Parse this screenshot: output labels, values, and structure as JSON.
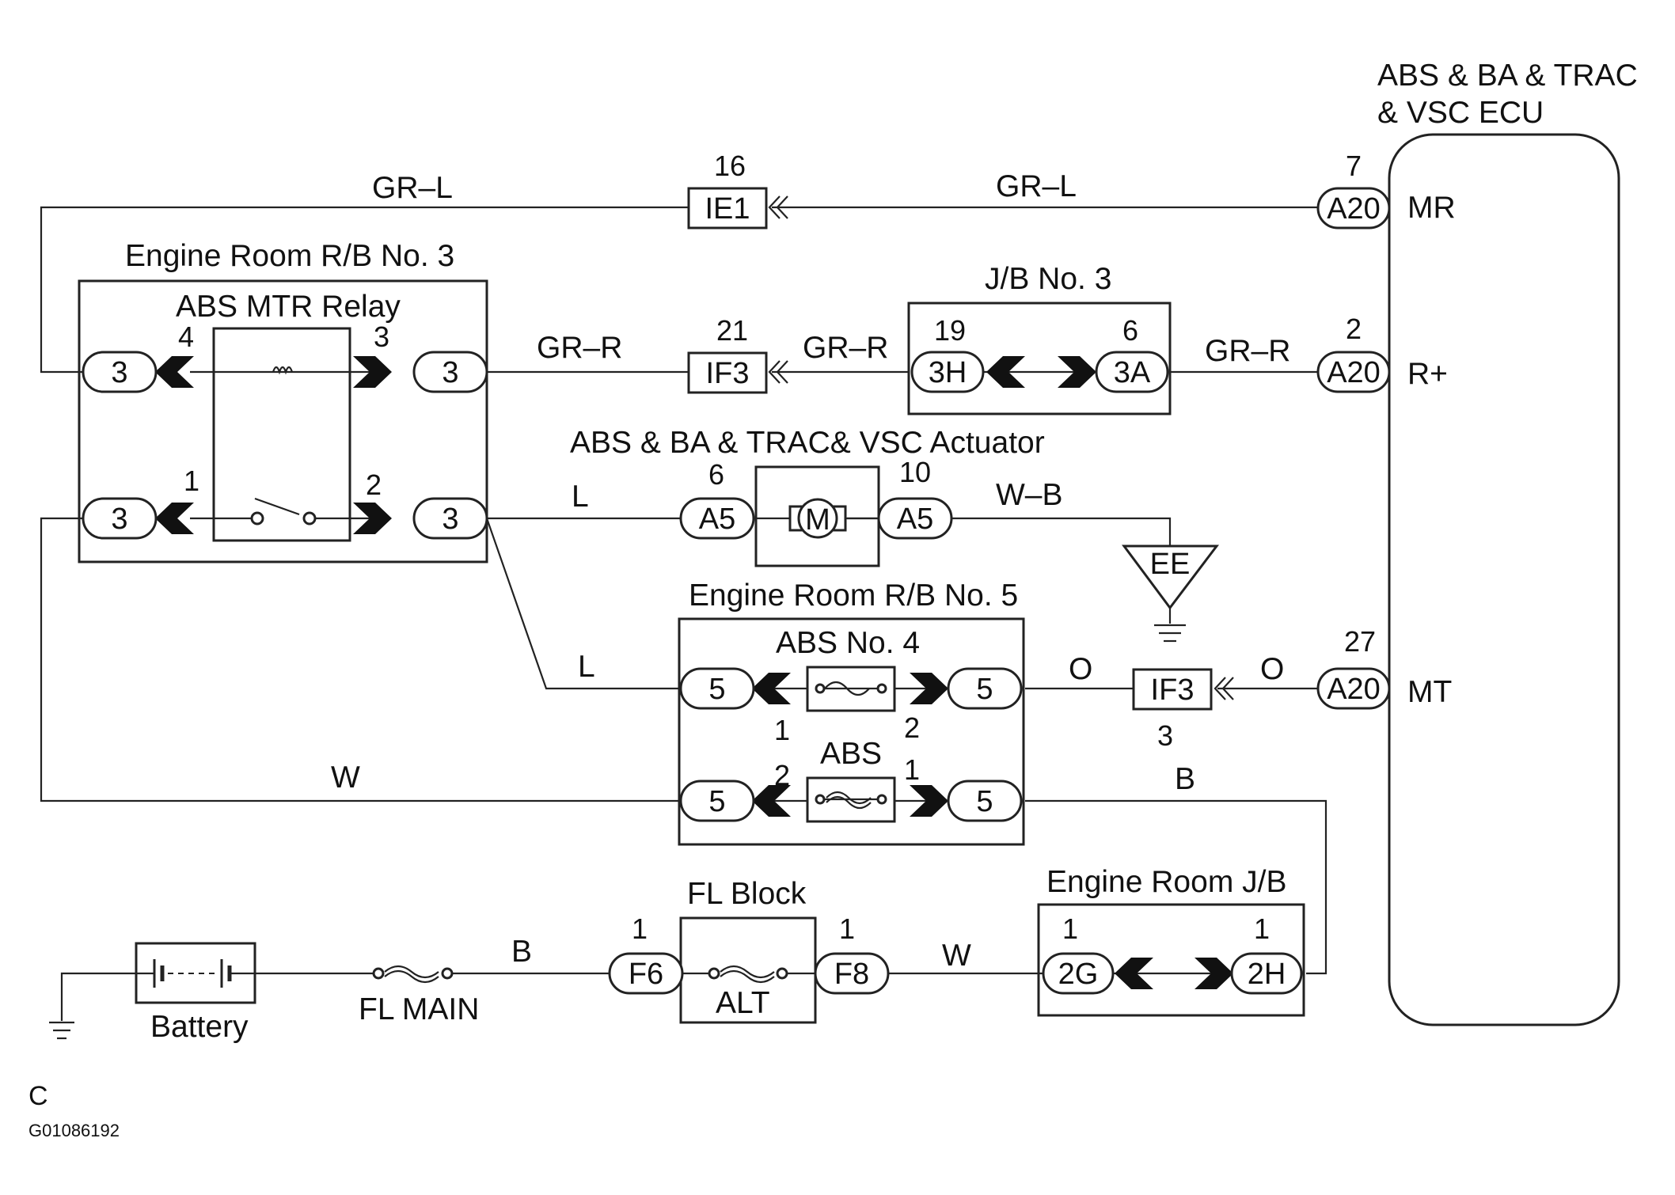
{
  "ecu": {
    "title_line1": "ABS & BA & TRAC",
    "title_line2": "& VSC ECU",
    "pin_mr": "MR",
    "pin_rplus": "R+",
    "pin_mt": "MT"
  },
  "connectors": {
    "a20_mr": {
      "name": "A20",
      "pin": "7"
    },
    "a20_rplus": {
      "name": "A20",
      "pin": "2"
    },
    "a20_mt": {
      "name": "A20",
      "pin": "27"
    },
    "ie1": {
      "name": "IE1",
      "pin": "16"
    },
    "if3_top": {
      "name": "IF3",
      "pin": "21"
    },
    "if3_mid": {
      "name": "IF3",
      "pin": "3"
    },
    "jb3_3h": {
      "name": "3H",
      "pin": "19"
    },
    "jb3_3a": {
      "name": "3A",
      "pin": "6"
    },
    "a5_left": {
      "name": "A5",
      "pin": "6"
    },
    "a5_right": {
      "name": "A5",
      "pin": "10"
    },
    "rb3_tl": {
      "name": "3"
    },
    "rb3_tr": {
      "name": "3"
    },
    "rb3_bl": {
      "name": "3"
    },
    "rb3_br": {
      "name": "3"
    },
    "rb5_tl": {
      "name": "5"
    },
    "rb5_tr": {
      "name": "5"
    },
    "rb5_bl": {
      "name": "5"
    },
    "rb5_br": {
      "name": "5"
    },
    "f6": {
      "name": "F6",
      "pin": "1"
    },
    "f8": {
      "name": "F8",
      "pin": "1"
    },
    "j2g": {
      "name": "2G",
      "pin": "1"
    },
    "j2h": {
      "name": "2H",
      "pin": "1"
    }
  },
  "wires": {
    "gr_l_left": "GR–L",
    "gr_l_right": "GR–L",
    "gr_r_1": "GR–R",
    "gr_r_2": "GR–R",
    "gr_r_3": "GR–R",
    "l_top": "L",
    "l_diag": "L",
    "wb": "W–B",
    "o_left": "O",
    "o_right": "O",
    "w_mid": "W",
    "b_right": "B",
    "b_bottom": "B",
    "w_bottom": "W"
  },
  "components": {
    "rb3_title": "Engine Room R/B No. 3",
    "relay_title": "ABS MTR Relay",
    "relay_pins": {
      "p4": "4",
      "p3": "3",
      "p1": "1",
      "p2": "2"
    },
    "jb3_title": "J/B No. 3",
    "actuator_title": "ABS & BA & TRAC& VSC Actuator",
    "motor": "M",
    "ground_ee": "EE",
    "rb5_title": "Engine Room R/B No. 5",
    "fuse_abs4": "ABS No. 4",
    "fuse_abs": "ABS",
    "rb5_pins": {
      "a1": "1",
      "a2": "2",
      "b2": "2",
      "b1": "1"
    },
    "fl_block": "FL Block",
    "alt": "ALT",
    "fl_main": "FL MAIN",
    "battery": "Battery",
    "erjb_title": "Engine Room J/B"
  },
  "footer": {
    "letter": "C",
    "code": "G01086192"
  }
}
